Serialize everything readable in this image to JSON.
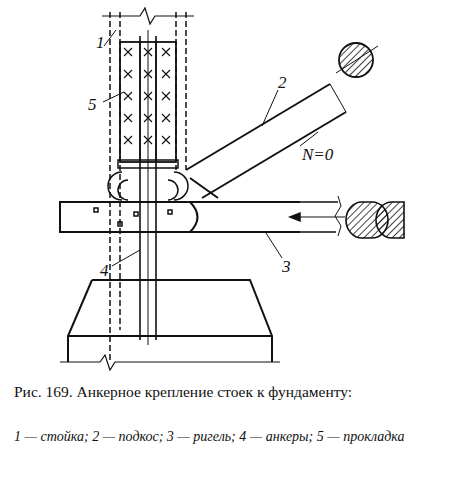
{
  "diagram": {
    "caption": "Рис. 169. Анкерное крепление стоек к фундаменту:",
    "labels": [
      "1",
      "2",
      "N=0",
      "5",
      "3",
      "4",
      "1 — стойка; 2 — подкос; 3 — ригель; 4 — анкеры; 5 — прокладка"
    ]
  }
}
